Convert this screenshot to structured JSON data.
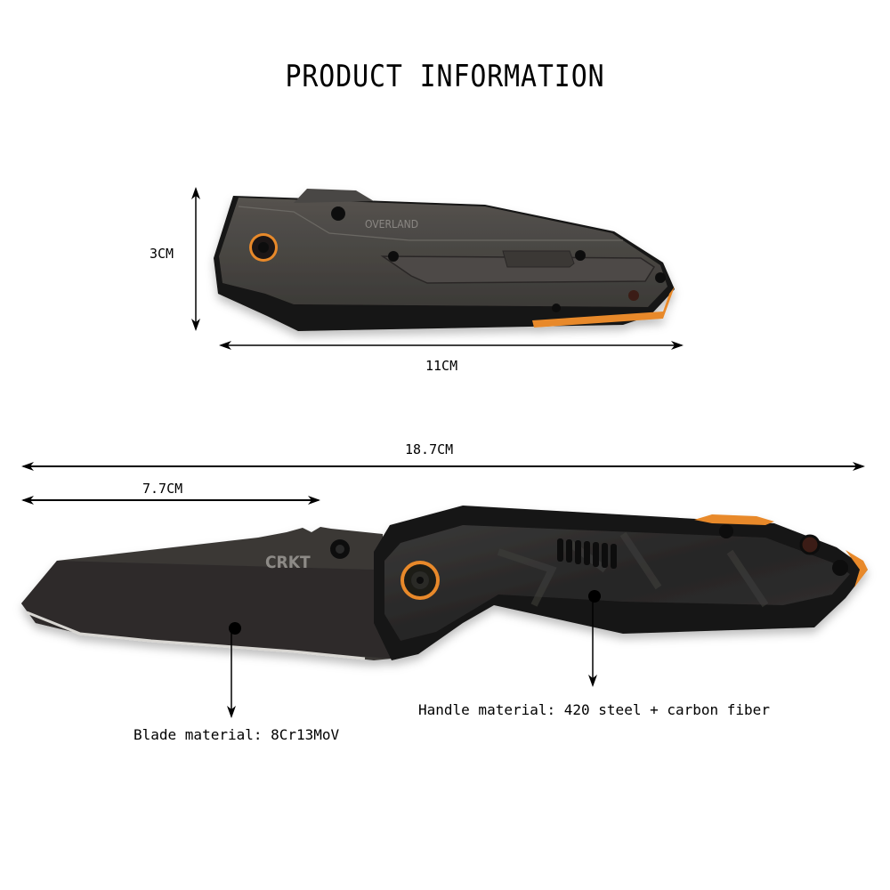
{
  "header": {
    "title": "PRODUCT INFORMATION"
  },
  "closed_view": {
    "height_label": "3CM",
    "length_label": "11CM",
    "engraving": "OVERLAND"
  },
  "open_view": {
    "overall_length_label": "18.7CM",
    "blade_length_label": "7.7CM",
    "brand_mark": "CRKT",
    "blade_material_label": "Blade material: 8Cr13MoV",
    "handle_material_label": "Handle material: 420 steel + carbon fiber"
  },
  "colors": {
    "background": "#ffffff",
    "steel_gray": "#4a4744",
    "dark_handle": "#1e1d1c",
    "carbon_fiber": "#2c2b2b",
    "orange_accent": "#e8892a",
    "annotation": "#000000"
  }
}
